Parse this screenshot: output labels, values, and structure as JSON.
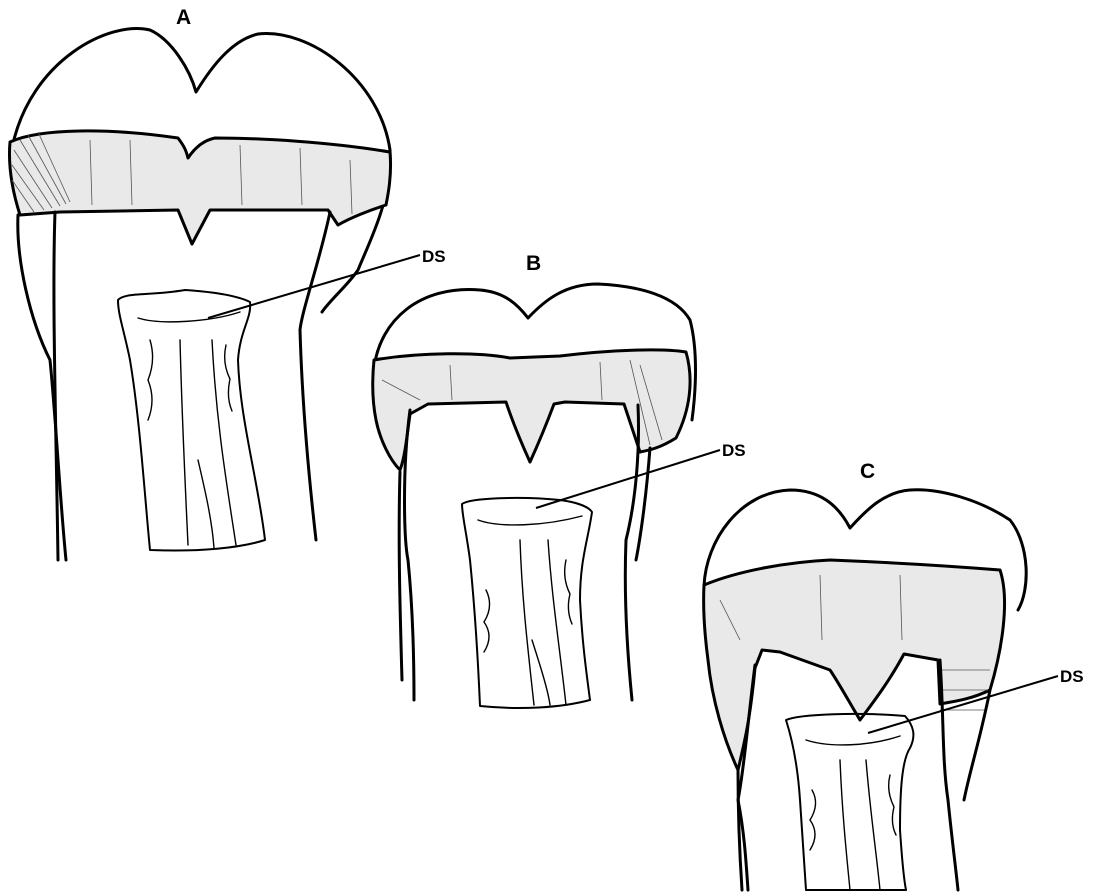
{
  "labels": {
    "tooth_a": "A",
    "tooth_b": "B",
    "tooth_c": "C",
    "ds_a": "DS",
    "ds_b": "DS",
    "ds_c": "DS"
  },
  "icons": [
    "tooth-a-drawing-icon",
    "tooth-b-drawing-icon",
    "tooth-c-drawing-icon"
  ]
}
